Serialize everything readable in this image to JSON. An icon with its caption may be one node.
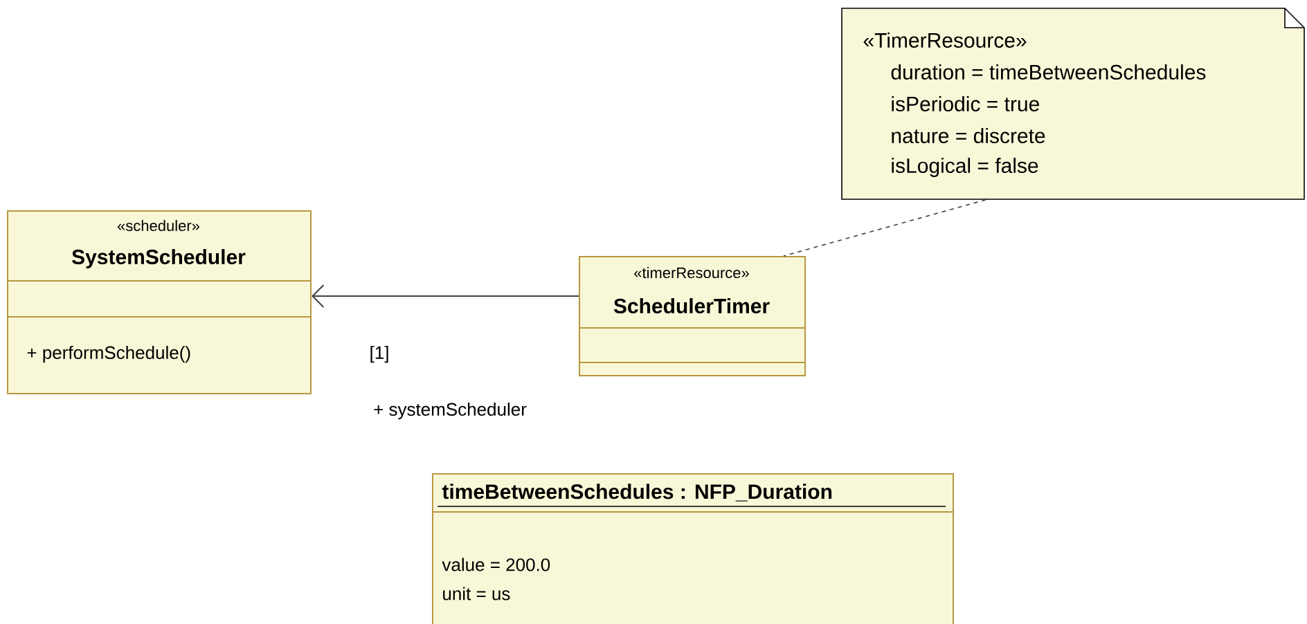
{
  "diagram": {
    "nodes": [
      {
        "text": [
          "«scheduler»",
          "SystemScheduler",
          "+ performSchedule()"
        ]
      },
      {
        "text": [
          "«timerResource»",
          "SchedulerTimer"
        ]
      },
      {
        "text": [
          "«TimerResource»",
          "duration = timeBetweenSchedules",
          "isPeriodic = true",
          "nature = discrete",
          "isLogical = false"
        ]
      },
      {
        "text": [
          "timeBetweenSchedules : NFP_Duration",
          "value = 200.0",
          "unit = us"
        ]
      }
    ],
    "edges": [
      {
        "from": 1,
        "to": 0,
        "arrow": "to"
      },
      {
        "from": 2,
        "to": 1,
        "arrow": "none",
        "style": "dashed"
      }
    ],
    "labels": [
      "[1]",
      "+ systemScheduler"
    ]
  }
}
